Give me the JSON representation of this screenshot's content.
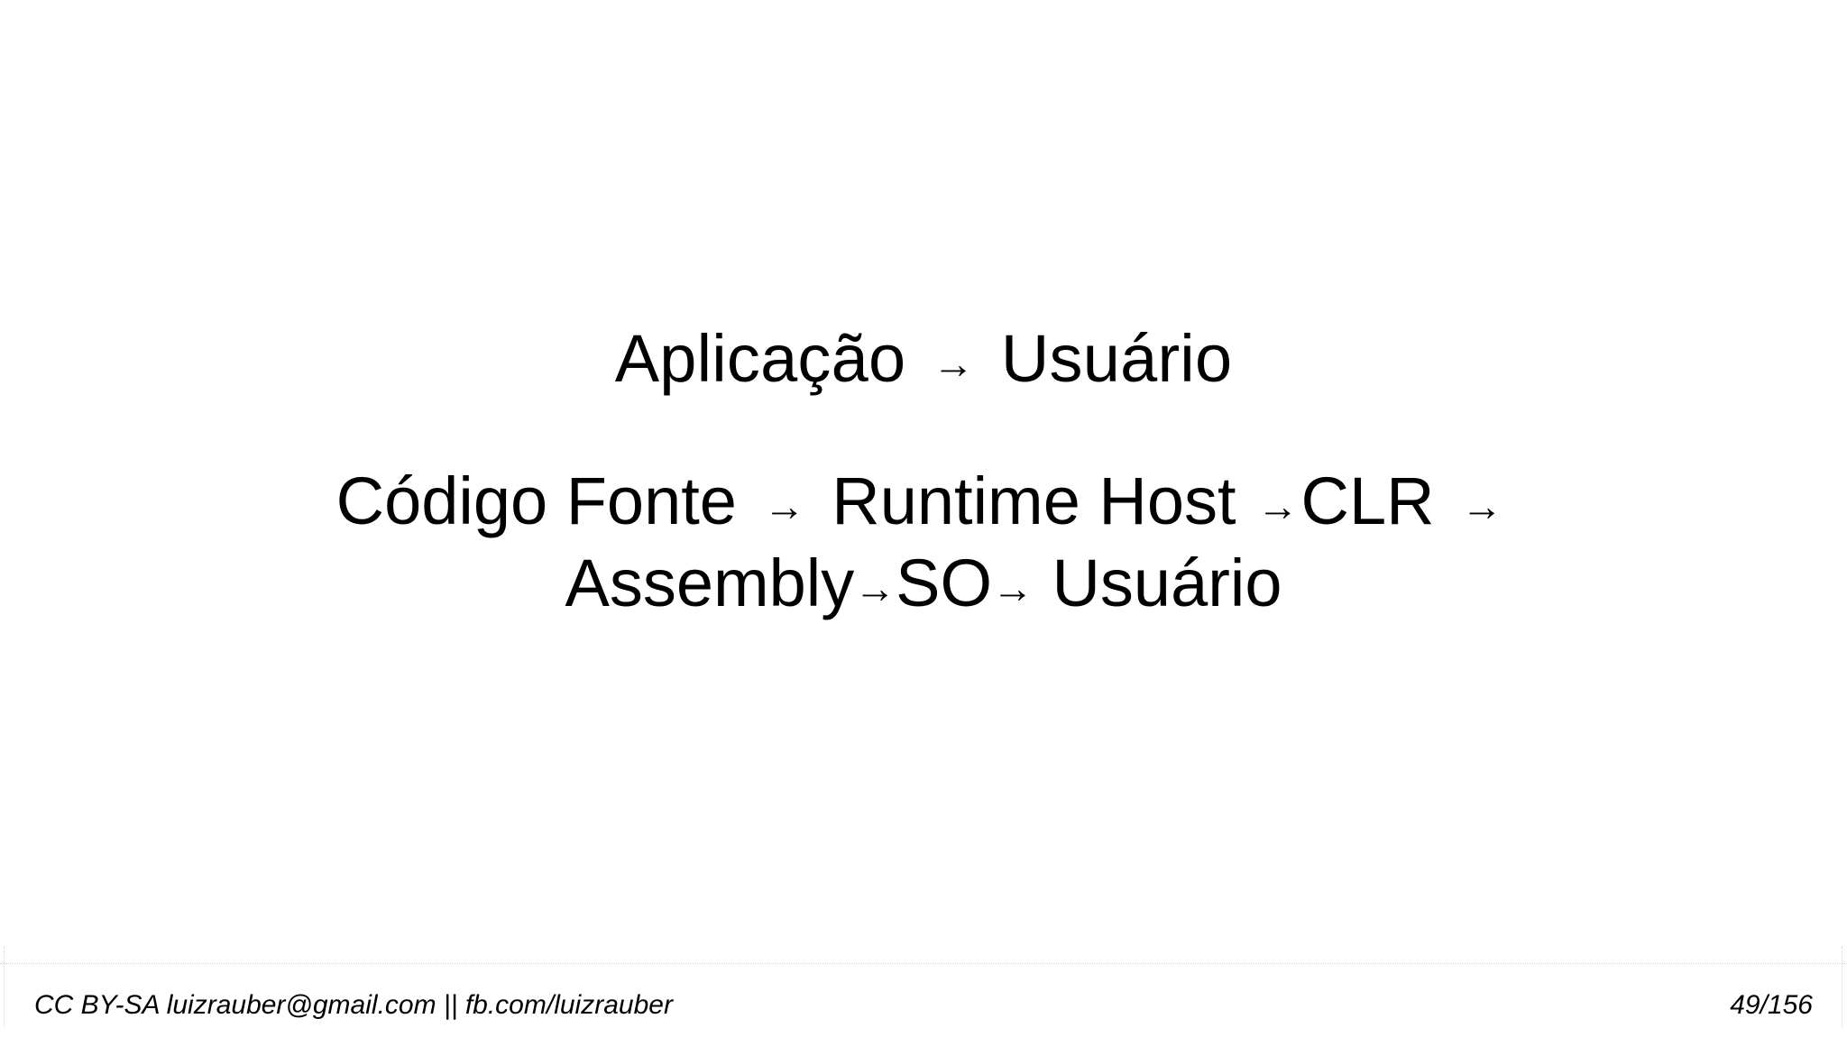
{
  "slide": {
    "background_color": "#ffffff",
    "text_color": "#000000",
    "flows": [
      {
        "id": "flow-application",
        "full_text": "Aplicação  →  Usuário",
        "steps": [
          "Aplicação",
          "Usuário"
        ],
        "arrow": "→"
      },
      {
        "id": "flow-runtime",
        "full_text": "Código Fonte  →  Runtime Host  → CLR  → Assembly → SO →  Usuário",
        "line1": {
          "s1": "Código Fonte",
          "a1": "→",
          "s2": "Runtime Host",
          "a2": "→",
          "s3": "CLR",
          "a3": "→"
        },
        "line2": {
          "s1": "Assembly",
          "a1": "→",
          "s2": "SO",
          "a2": "→",
          "s3": "Usuário"
        },
        "steps": [
          "Código Fonte",
          "Runtime Host",
          "CLR",
          "Assembly",
          "SO",
          "Usuário"
        ],
        "arrow": "→"
      }
    ]
  },
  "footer": {
    "credit": "CC BY-SA luizrauber@gmail.com || fb.com/luizrauber",
    "page": "49/156",
    "rule_color": "#d2d2d2"
  }
}
